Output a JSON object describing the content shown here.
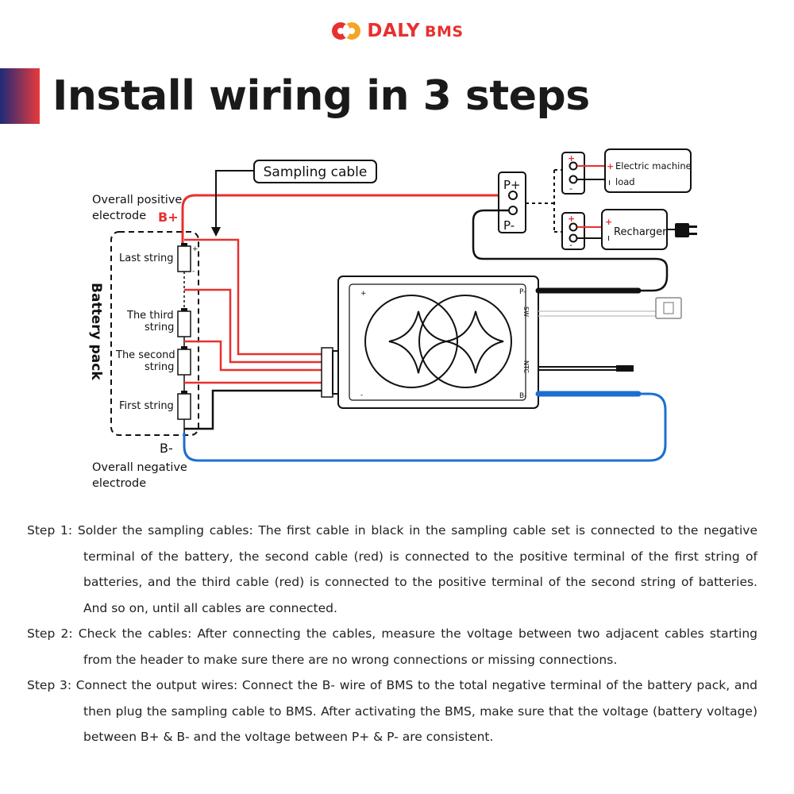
{
  "brand": {
    "name": "DALY",
    "suffix": "BMS",
    "color": "#e8302f"
  },
  "title": "Install wiring in 3 steps",
  "diagram": {
    "sampling_cable": "Sampling cable",
    "positive_label": "Overall positive",
    "positive_label2": "electrode",
    "bplus": "B+",
    "bminus": "B-",
    "negative_label": "Overall negative",
    "negative_label2": "electrode",
    "battery_pack": "Battery pack",
    "cells": [
      "Last string",
      "The third",
      "string",
      "The second",
      "string",
      "First string"
    ],
    "plus": "+",
    "minus": "-",
    "pplus": "P+",
    "pminus": "P-",
    "machine": "Electric machine",
    "load": "load",
    "recharger": "Recharger",
    "board_pminus": "P-",
    "board_sw": "SW",
    "board_ntc": "NTC",
    "board_bminus": "B-",
    "colors": {
      "red": "#e8302f",
      "blue": "#1c6fd1",
      "black": "#111111",
      "grey": "#c8c8c8"
    }
  },
  "steps": [
    "Step 1: Solder the sampling cables: The first cable in black in the sampling cable set is connected to the negative terminal of the battery, the second cable (red) is connected to the positive terminal of the first string of batteries, and the third cable (red) is connected to the positive terminal of the second string of batteries. And so on, until all cables are connected.",
    "Step 2: Check the cables: After connecting the cables, measure the voltage between two adjacent cables starting from the header to make sure there are no wrong connections or missing connections.",
    "Step 3: Connect the output wires: Connect the B- wire of BMS to the total negative terminal of the battery pack, and then plug the sampling cable to BMS. After activating the BMS, make sure that the voltage (battery voltage) between B+ & B- and the voltage between P+ & P- are consistent."
  ]
}
